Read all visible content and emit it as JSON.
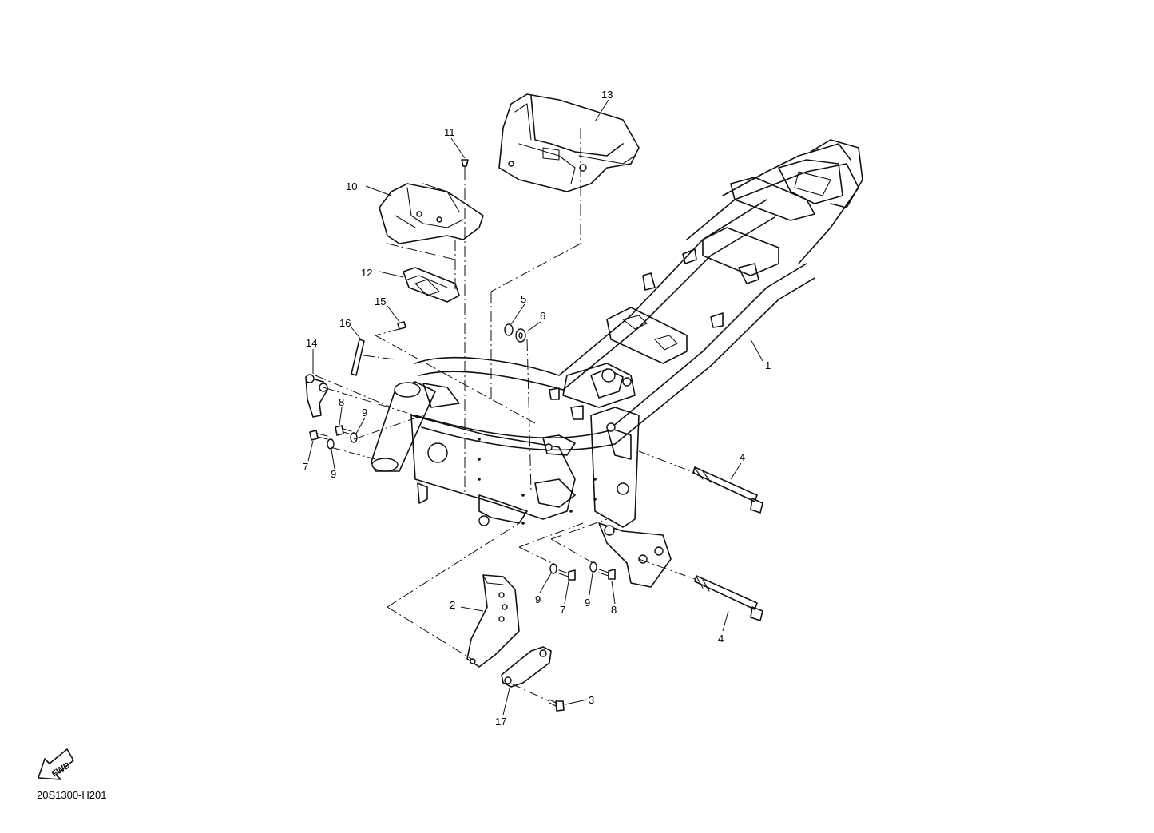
{
  "callouts": {
    "c1": "1",
    "c2": "2",
    "c3": "3",
    "c4a": "4",
    "c4b": "4",
    "c5": "5",
    "c6": "6",
    "c7a": "7",
    "c7b": "7",
    "c8a": "8",
    "c8b": "8",
    "c9a": "9",
    "c9b": "9",
    "c9c": "9",
    "c9d": "9",
    "c10": "10",
    "c11": "11",
    "c12": "12",
    "c13": "13",
    "c14": "14",
    "c15": "15",
    "c16": "16",
    "c17": "17"
  },
  "fwd_label": "FWD",
  "diagram_code": "20S1300-H201"
}
